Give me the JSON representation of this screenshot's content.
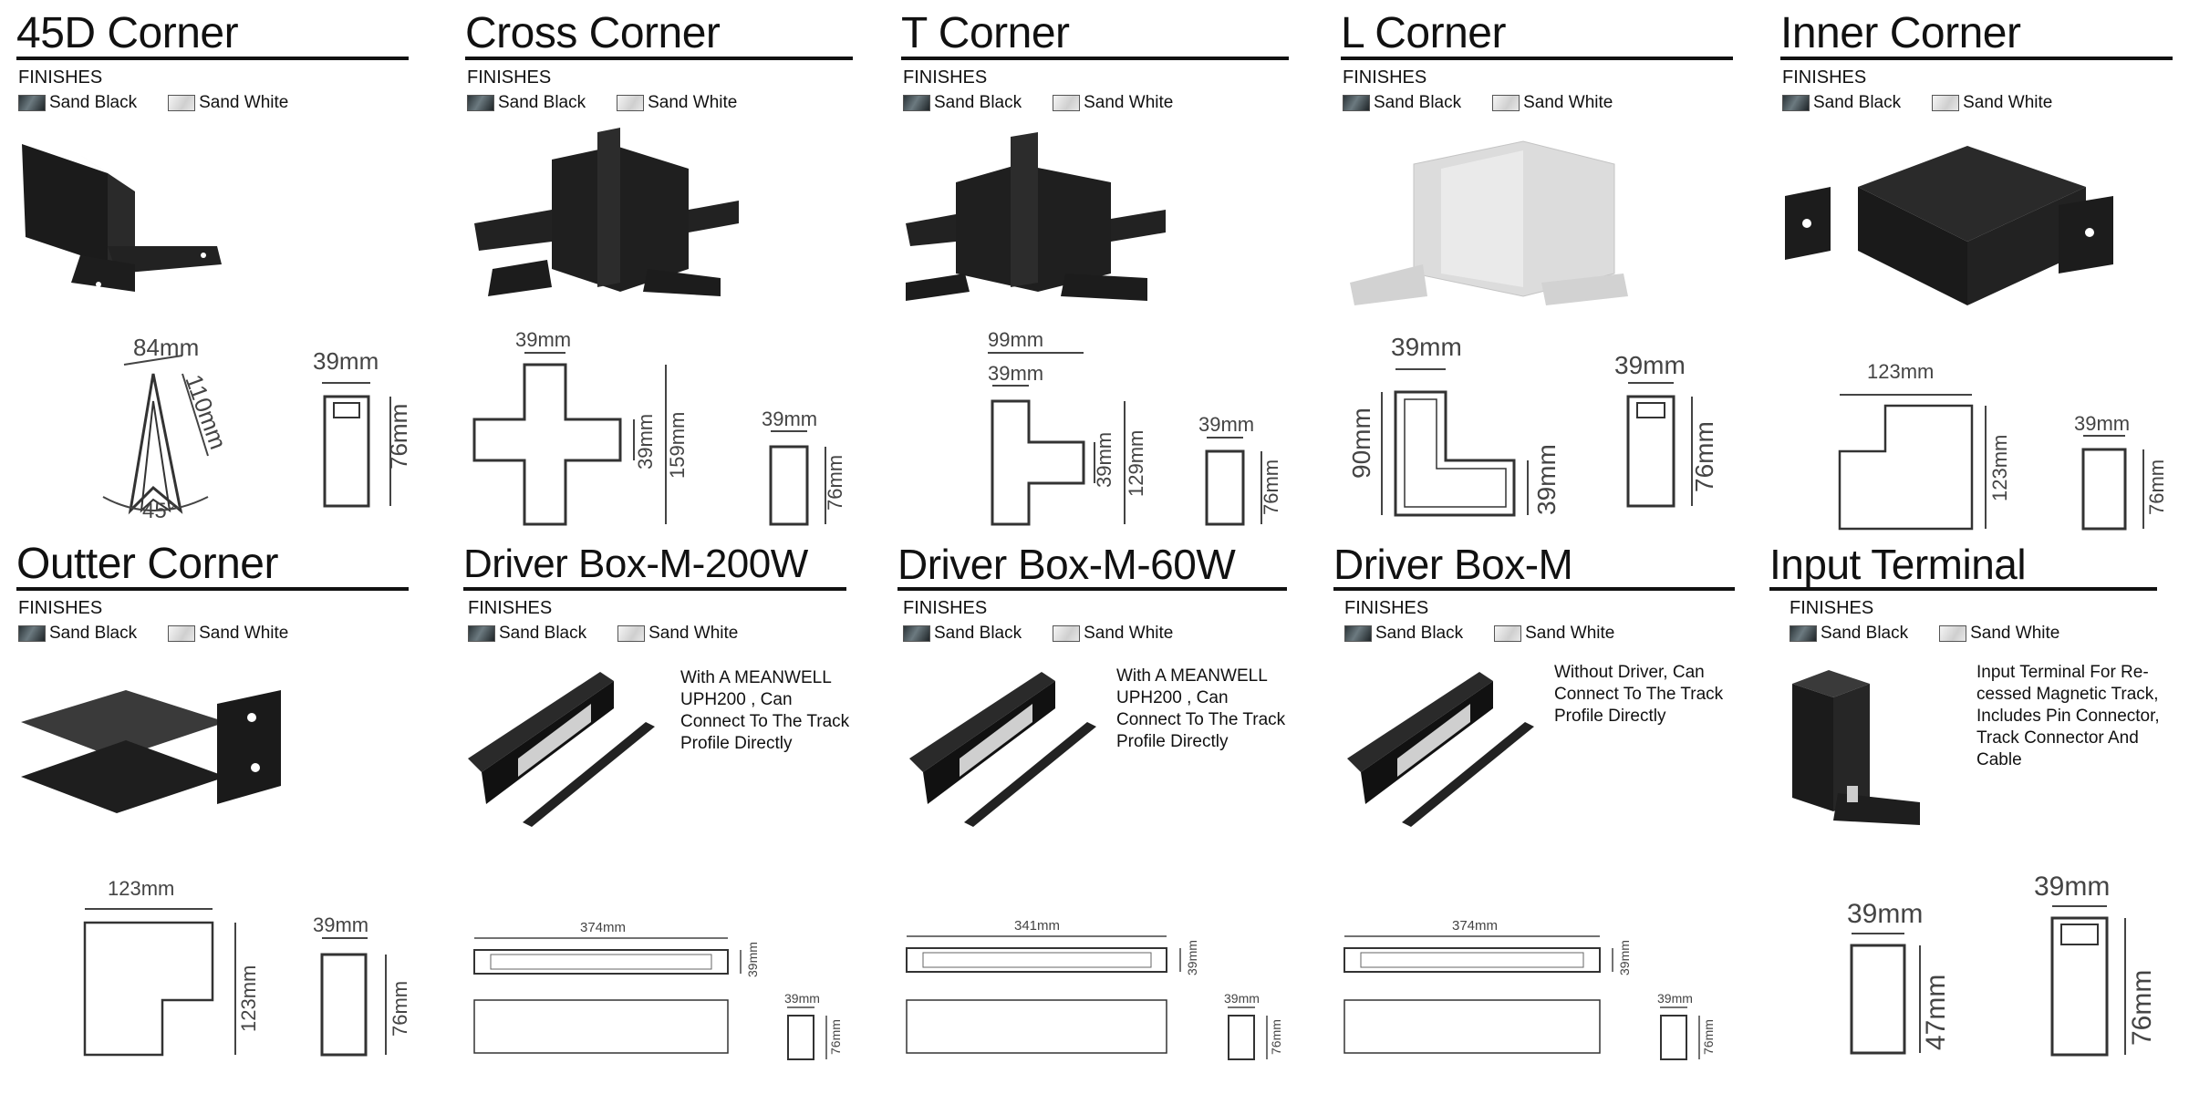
{
  "finishes_label": "FINISHES",
  "finish_black": "Sand Black",
  "finish_white": "Sand White",
  "products": [
    {
      "title": "45D Corner",
      "dims": [
        "84mm",
        "110mm",
        "45°",
        "39mm",
        "76mm"
      ]
    },
    {
      "title": "Cross Corner",
      "dims": [
        "39mm",
        "39mm",
        "159mm",
        "39mm",
        "76mm"
      ]
    },
    {
      "title": "T Corner",
      "dims": [
        "99mm",
        "39mm",
        "39mm",
        "129mm",
        "39mm",
        "76mm"
      ]
    },
    {
      "title": "L Corner",
      "dims": [
        "39mm",
        "90mm",
        "39mm",
        "39mm",
        "76mm"
      ]
    },
    {
      "title": "Inner Corner",
      "dims": [
        "123mm",
        "123mm",
        "39mm",
        "76mm"
      ]
    },
    {
      "title": "Outter Corner",
      "dims": [
        "123mm",
        "123mm",
        "39mm",
        "76mm"
      ]
    },
    {
      "title": "Driver Box-M-200W",
      "desc": "With A MEANWELL\nUPH200 , Can\nConnect To The Track\nProfile Directly",
      "dims": [
        "374mm",
        "39mm",
        "39mm",
        "76mm"
      ]
    },
    {
      "title": "Driver Box-M-60W",
      "desc": "With A MEANWELL\nUPH200 , Can\nConnect To The Track\nProfile Directly",
      "dims": [
        "341mm",
        "39mm",
        "39mm",
        "76mm"
      ]
    },
    {
      "title": "Driver Box-M",
      "desc": "Without Driver, Can\nConnect To The Track\nProfile Directly",
      "dims": [
        "374mm",
        "39mm",
        "39mm",
        "76mm"
      ]
    },
    {
      "title": "Input Terminal",
      "desc": "Input Terminal For Re-\ncessed Magnetic Track,\nIncludes Pin Connector,\nTrack Connector And\nCable",
      "dims": [
        "39mm",
        "47mm",
        "39mm",
        "76mm"
      ]
    }
  ]
}
